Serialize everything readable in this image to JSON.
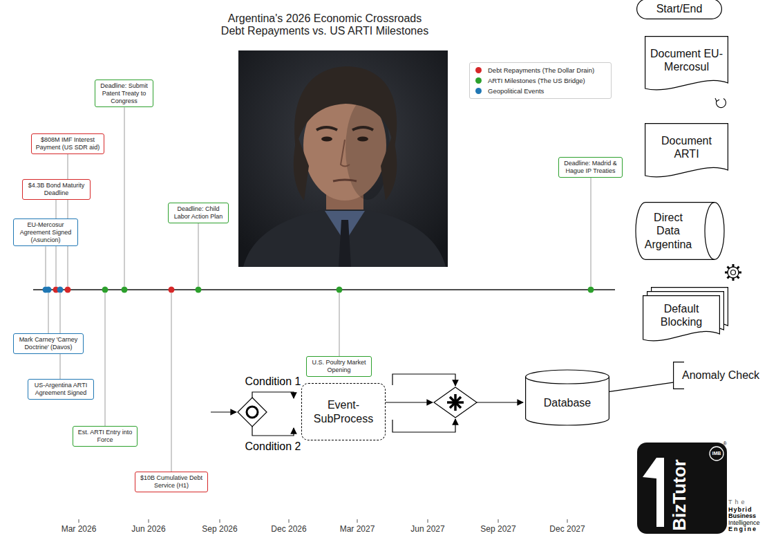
{
  "diagram": {
    "title": "Argentina's 2026 Economic Crossroads Debt Repayments vs. US ARTI Milestones",
    "nodes": [
      {
        "text": [
          "Deadline: Submit Patent Treaty to Congress"
        ]
      },
      {
        "text": [
          "$808M IMF Interest Payment (US SDR aid)"
        ]
      },
      {
        "text": [
          "Deadline: Madrid & Hague IP Treaties"
        ]
      },
      {
        "text": [
          "$4.3B Bond Maturity Deadline"
        ]
      },
      {
        "text": [
          "Deadline: Child Labor Action Plan"
        ]
      },
      {
        "text": [
          "EU-Mercosur Agreement Signed (Asuncion)"
        ]
      },
      {
        "text": [
          "Mark Carney 'Carney Doctrine' (Davos)"
        ]
      },
      {
        "text": [
          "U.S. Poultry Market Opening"
        ]
      },
      {
        "text": [
          "US-Argentina ARTI Agreement Signed"
        ]
      },
      {
        "text": [
          "Est. ARTI Entry into Force"
        ]
      },
      {
        "text": [
          "$10B Cumulative Debt Service (H1)"
        ]
      },
      {
        "text": [
          "Start/End"
        ]
      },
      {
        "text": [
          "Document EU-Mercosul"
        ]
      },
      {
        "text": [
          "Document ARTI"
        ]
      },
      {
        "text": [
          "Direct Data Argentina"
        ]
      },
      {
        "text": [
          "Default Blocking"
        ]
      },
      {
        "text": [
          "Event-SubProcess"
        ]
      },
      {
        "text": [
          "Database"
        ]
      },
      {
        "text": [
          "Anomaly Check"
        ]
      }
    ],
    "edges": [
      {
        "from": 17,
        "to": 18,
        "arrow": "none"
      }
    ],
    "labels": [
      "Mar 2026",
      "Jun 2026",
      "Sep 2026",
      "Dec 2026",
      "Mar 2027",
      "Jun 2027",
      "Sep 2027",
      "Dec 2027",
      "Condition 1",
      "Condition 2",
      "BizTutor",
      "iMB",
      "®",
      "The",
      "Hybrid",
      "Business",
      "Intelligence",
      "Engine"
    ],
    "legend": [
      {
        "text": "Debt Repayments (The Dollar Drain)",
        "color": "#d62728"
      },
      {
        "text": "ARTI Milestones (The US Bridge)",
        "color": "#2ca02c"
      },
      {
        "text": "Geopolitical Events",
        "color": "#1f77b4"
      }
    ]
  }
}
